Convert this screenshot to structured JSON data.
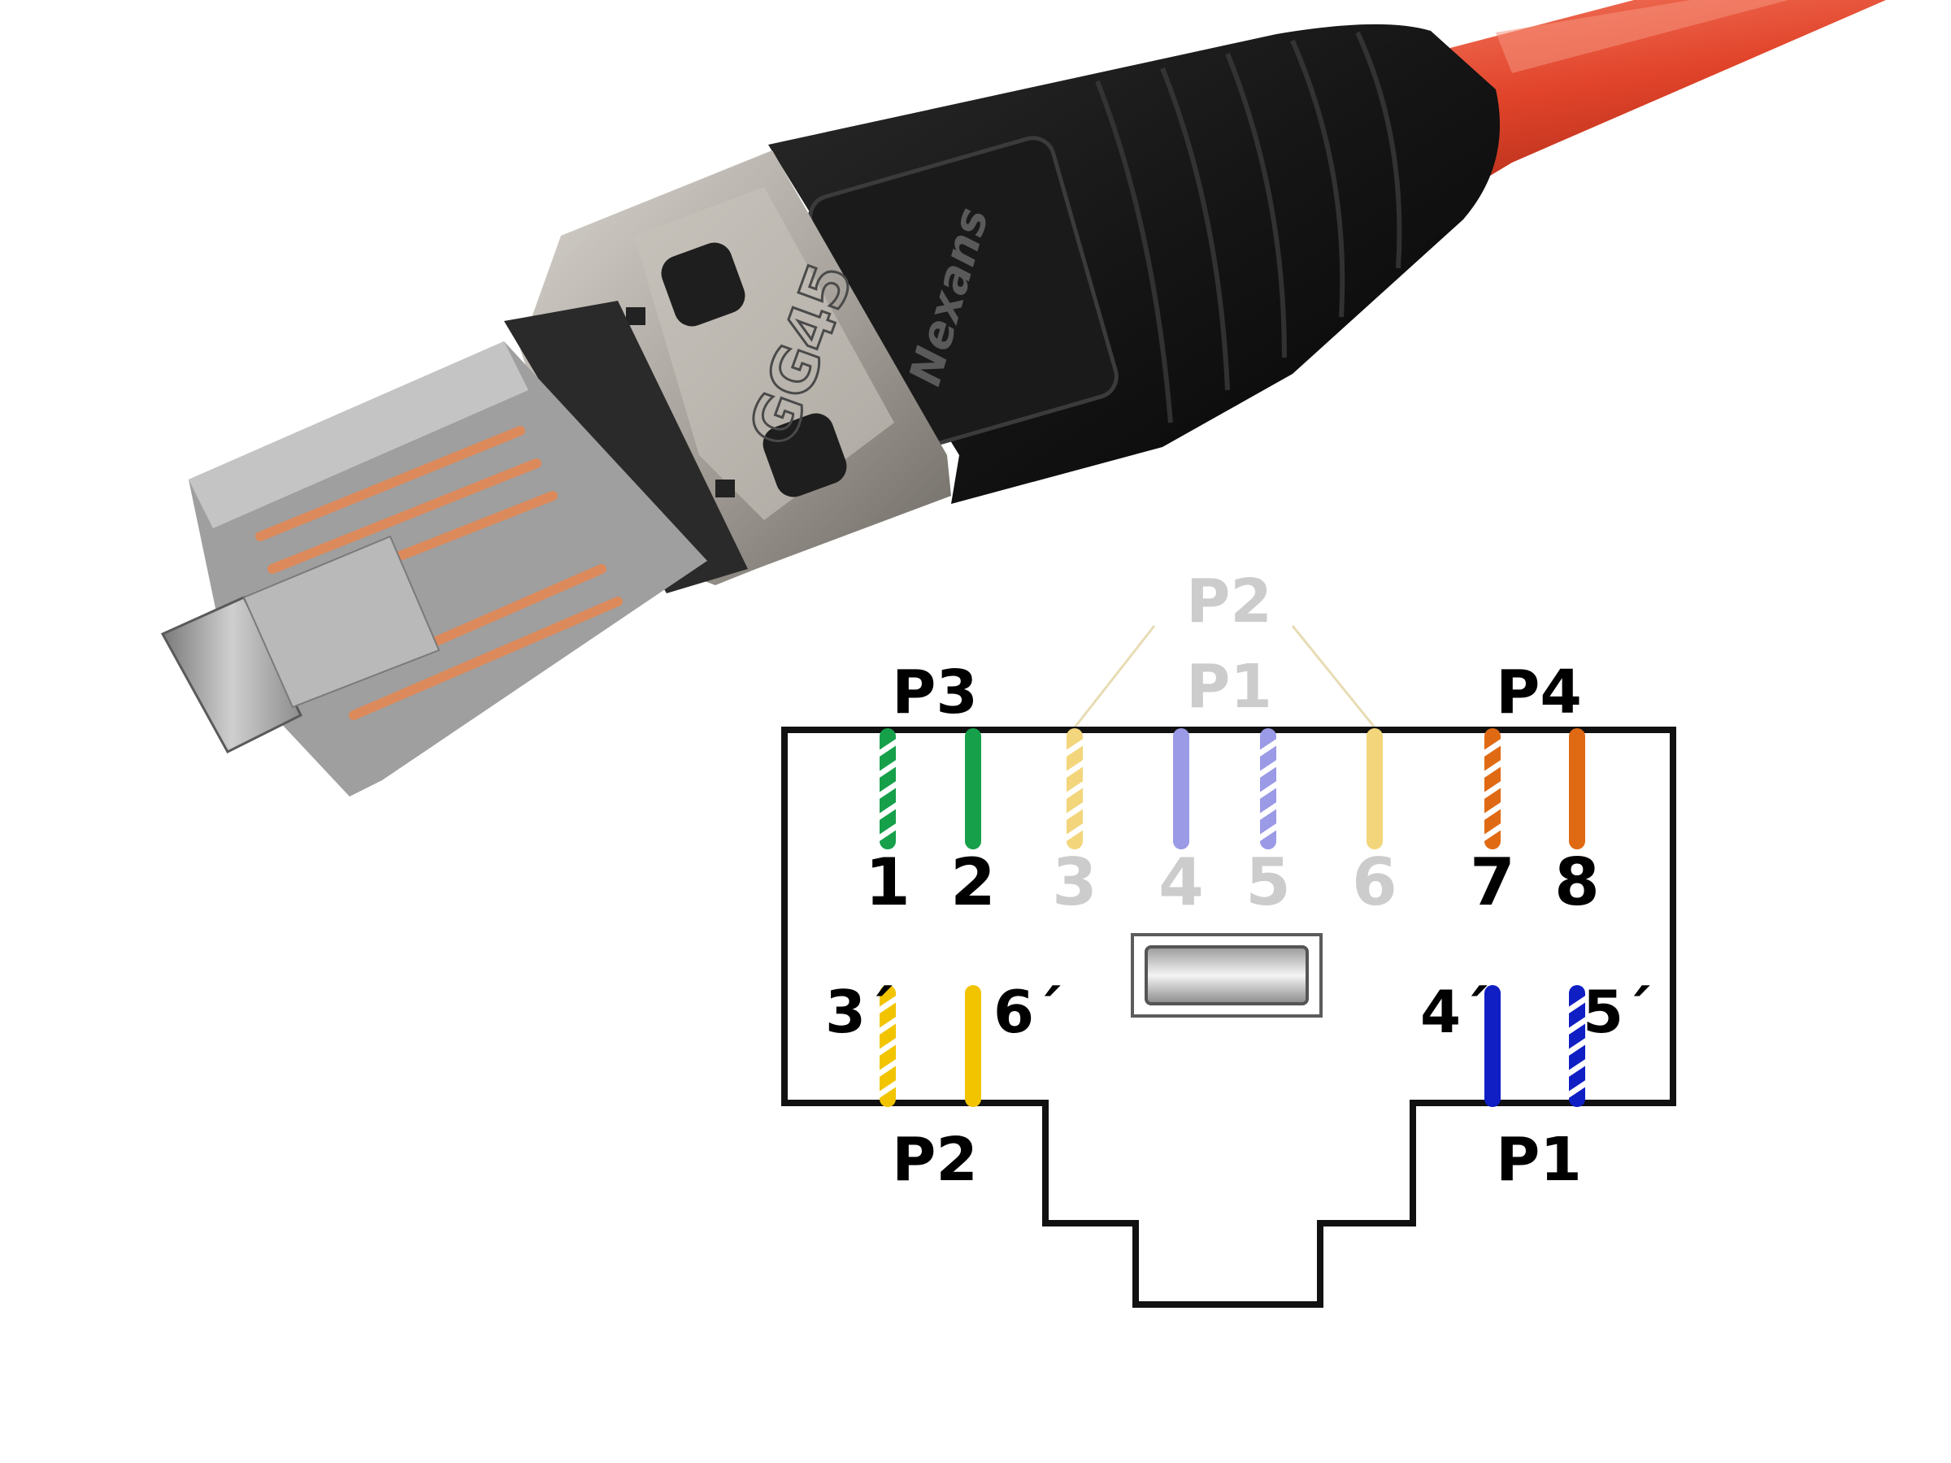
{
  "photo": {
    "brand_logo": "Nexans",
    "model_marking": "GG45",
    "colors": {
      "cable": "#e1442a",
      "boot": "#141414",
      "shield": "#b8b4ae",
      "contact": "#dc8a5c",
      "insert": "#aaaaaa"
    }
  },
  "diagram": {
    "pair_labels": {
      "upper_p2": "P2",
      "upper_p1": "P1",
      "p3": "P3",
      "p4": "P4",
      "lower_p2": "P2",
      "lower_p1": "P1"
    },
    "top_pins": [
      {
        "label": "1",
        "color": "#16a04a",
        "striped": true,
        "faded": false
      },
      {
        "label": "2",
        "color": "#16a04a",
        "striped": false,
        "faded": false
      },
      {
        "label": "3",
        "color": "#f3d57c",
        "striped": true,
        "faded": true
      },
      {
        "label": "4",
        "color": "#9a9ae6",
        "striped": false,
        "faded": true
      },
      {
        "label": "5",
        "color": "#9a9ae6",
        "striped": true,
        "faded": true
      },
      {
        "label": "6",
        "color": "#f3d57c",
        "striped": false,
        "faded": true
      },
      {
        "label": "7",
        "color": "#e06a14",
        "striped": true,
        "faded": false
      },
      {
        "label": "8",
        "color": "#e06a14",
        "striped": false,
        "faded": false
      }
    ],
    "bottom_pins": [
      {
        "label": "3´",
        "color": "#f2c400",
        "striped": true
      },
      {
        "label": "6´",
        "color": "#f2c400",
        "striped": false
      },
      {
        "label": "4´",
        "color": "#0f1fc4",
        "striped": false
      },
      {
        "label": "5´",
        "color": "#0f1fc4",
        "striped": true
      }
    ],
    "colors": {
      "outline": "#111111",
      "faded_text": "#cccccc",
      "text": "#000000",
      "callout": "#e8dcb4"
    }
  }
}
